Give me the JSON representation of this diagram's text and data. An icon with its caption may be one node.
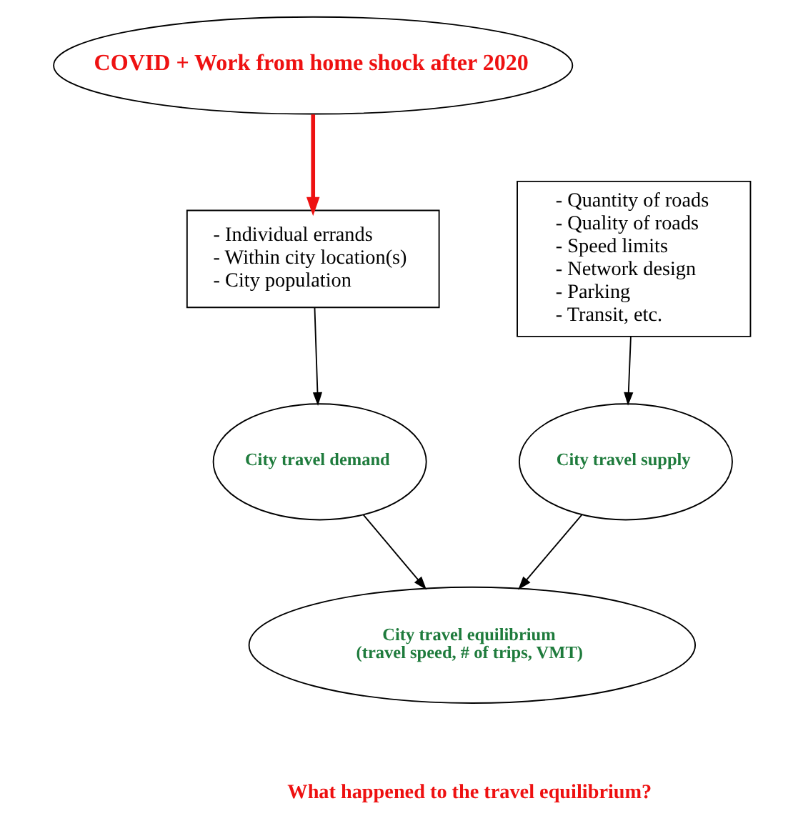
{
  "diagram": {
    "nodes": [
      {
        "text": [
          "COVID + Work from home shock after 2020"
        ]
      },
      {
        "text": [
          "- Individual errands",
          "- Within city location(s)",
          "- City population"
        ]
      },
      {
        "text": [
          "- Quantity of roads",
          "- Quality of roads",
          "- Speed limits",
          "- Network design",
          "- Parking",
          "- Transit, etc."
        ]
      },
      {
        "text": [
          "City travel demand"
        ]
      },
      {
        "text": [
          "City travel supply"
        ]
      },
      {
        "text": [
          "City travel equilibrium",
          "(travel speed, # of trips, VMT)"
        ]
      }
    ],
    "edges": [
      {
        "from": 0,
        "to": 1,
        "arrow": "to",
        "style": "thick",
        "color": "#ee1111"
      },
      {
        "from": 1,
        "to": 3,
        "arrow": "to"
      },
      {
        "from": 2,
        "to": 4,
        "arrow": "to"
      },
      {
        "from": 3,
        "to": 5,
        "arrow": "to"
      },
      {
        "from": 4,
        "to": 5,
        "arrow": "to"
      }
    ],
    "labels": [
      "What happened to the travel equilibrium?"
    ]
  }
}
